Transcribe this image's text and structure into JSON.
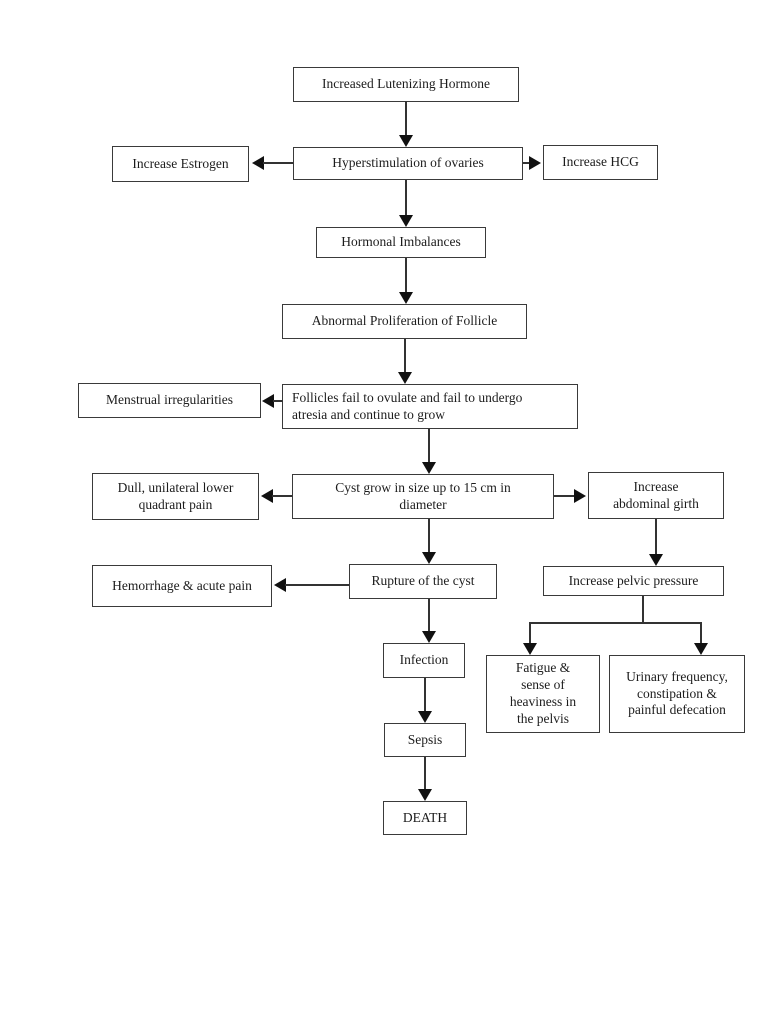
{
  "diagram": {
    "description": "Flowchart of ovarian cyst pathophysiology",
    "colors": {
      "page_background": "#ffffff",
      "box_border": "#3a3a3a",
      "arrow": "#111111",
      "text": "#1c1c1c"
    },
    "nodes": {
      "lh": {
        "label": "Increased Lutenizing Hormone"
      },
      "estrogen": {
        "label": "Increase Estrogen"
      },
      "hyper": {
        "label": "Hyperstimulation of ovaries"
      },
      "hcg": {
        "label": "Increase HCG"
      },
      "hormonal": {
        "label": "Hormonal Imbalances"
      },
      "abnormal": {
        "label": "Abnormal Proliferation of Follicle"
      },
      "menstrual": {
        "label": "Menstrual irregularities"
      },
      "follicles": {
        "label": "Follicles fail to ovulate and fail to undergo\natresia and continue to grow"
      },
      "dull": {
        "label": "Dull, unilateral lower\nquadrant pain"
      },
      "cyst": {
        "label": "Cyst grow in size up to 15 cm in\ndiameter"
      },
      "girth": {
        "label": "Increase\nabdominal girth"
      },
      "hemorrhage": {
        "label": "Hemorrhage & acute pain"
      },
      "rupture": {
        "label": "Rupture of the cyst"
      },
      "pelvic": {
        "label": "Increase pelvic pressure"
      },
      "infection": {
        "label": "Infection"
      },
      "fatigue": {
        "label": "Fatigue &\nsense of\nheaviness in\nthe pelvis"
      },
      "urinary": {
        "label": "Urinary frequency,\nconstipation &\npainful defecation"
      },
      "sepsis": {
        "label": "Sepsis"
      },
      "death": {
        "label": "DEATH"
      }
    },
    "edges": [
      {
        "from": "increased-lutenizing-hormone",
        "to": "hyperstimulation-of-ovaries"
      },
      {
        "from": "hyperstimulation-of-ovaries",
        "to": "increase-estrogen"
      },
      {
        "from": "hyperstimulation-of-ovaries",
        "to": "increase-hcg"
      },
      {
        "from": "hyperstimulation-of-ovaries",
        "to": "hormonal-imbalances"
      },
      {
        "from": "hormonal-imbalances",
        "to": "abnormal-proliferation-of-follicle"
      },
      {
        "from": "abnormal-proliferation-of-follicle",
        "to": "follicles-fail-to-ovulate"
      },
      {
        "from": "follicles-fail-to-ovulate",
        "to": "menstrual-irregularities"
      },
      {
        "from": "follicles-fail-to-ovulate",
        "to": "cyst-grow-in-size"
      },
      {
        "from": "cyst-grow-in-size",
        "to": "dull-unilateral-lower-quadrant-pain"
      },
      {
        "from": "cyst-grow-in-size",
        "to": "increase-abdominal-girth"
      },
      {
        "from": "cyst-grow-in-size",
        "to": "rupture-of-the-cyst"
      },
      {
        "from": "increase-abdominal-girth",
        "to": "increase-pelvic-pressure"
      },
      {
        "from": "rupture-of-the-cyst",
        "to": "hemorrhage-and-acute-pain"
      },
      {
        "from": "rupture-of-the-cyst",
        "to": "infection"
      },
      {
        "from": "increase-pelvic-pressure",
        "to": "fatigue-and-heaviness-in-pelvis"
      },
      {
        "from": "increase-pelvic-pressure",
        "to": "urinary-frequency-constipation-defecation"
      },
      {
        "from": "infection",
        "to": "sepsis"
      },
      {
        "from": "sepsis",
        "to": "death"
      }
    ]
  }
}
